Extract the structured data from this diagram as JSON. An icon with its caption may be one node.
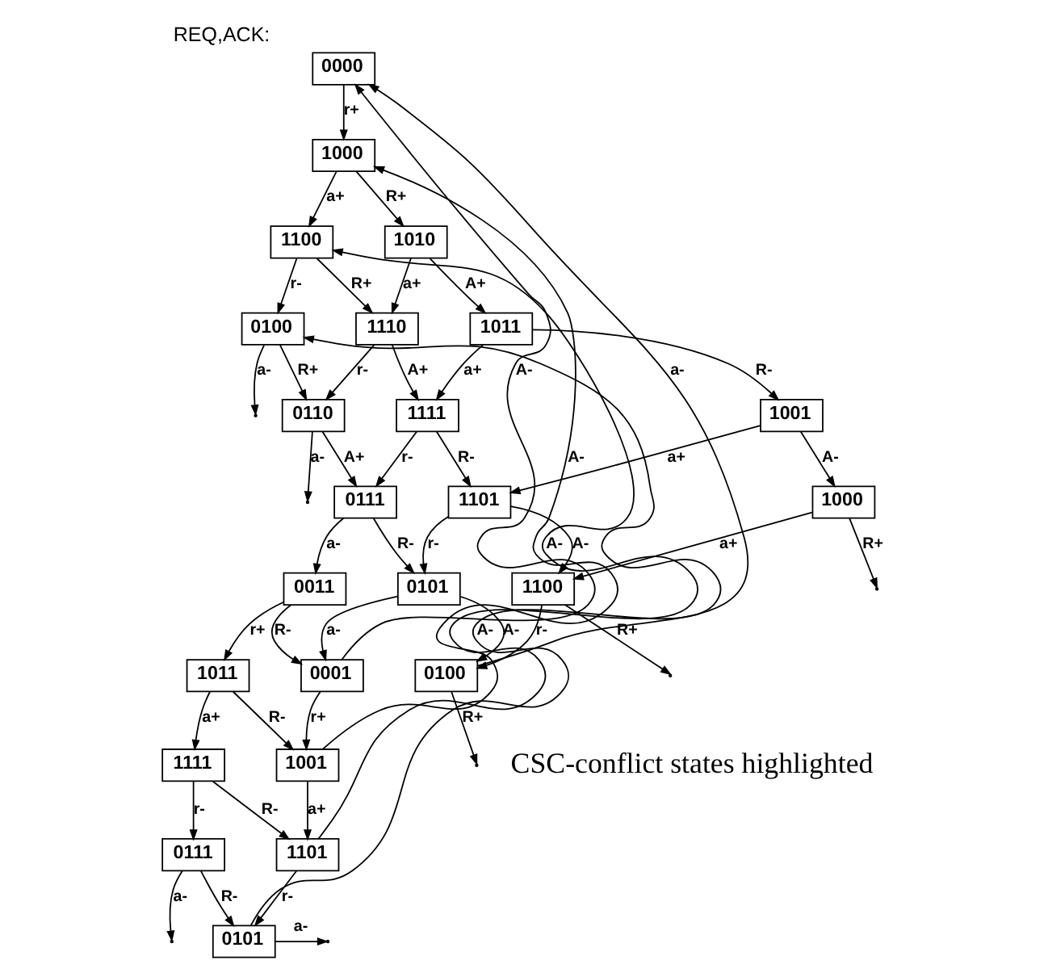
{
  "diagram": {
    "title": "REQ,ACK:",
    "nodes": [
      {
        "text": [
          "0000"
        ]
      },
      {
        "text": [
          "1000"
        ]
      },
      {
        "text": [
          "1100"
        ]
      },
      {
        "text": [
          "1010"
        ]
      },
      {
        "text": [
          "0100"
        ]
      },
      {
        "text": [
          "1110"
        ]
      },
      {
        "text": [
          "1011"
        ]
      },
      {
        "text": [
          "0110"
        ]
      },
      {
        "text": [
          "1111"
        ]
      },
      {
        "text": [
          "1001"
        ]
      },
      {
        "text": [
          "0111"
        ]
      },
      {
        "text": [
          "1101"
        ]
      },
      {
        "text": [
          "1000"
        ]
      },
      {
        "text": [
          "0011"
        ]
      },
      {
        "text": [
          "0101"
        ]
      },
      {
        "text": [
          "1100"
        ]
      },
      {
        "text": [
          "1011"
        ]
      },
      {
        "text": [
          "0001"
        ]
      },
      {
        "text": [
          "0100"
        ]
      },
      {
        "text": [
          "1111"
        ]
      },
      {
        "text": [
          "1001"
        ]
      },
      {
        "text": [
          "0111"
        ]
      },
      {
        "text": [
          "1101"
        ]
      },
      {
        "text": [
          "0101"
        ]
      }
    ],
    "edges": [
      {
        "from": 0,
        "to": 1,
        "arrow": "to",
        "label": "r+"
      },
      {
        "from": 1,
        "to": 2,
        "arrow": "to",
        "label": "a+"
      },
      {
        "from": 1,
        "to": 3,
        "arrow": "to",
        "label": "R+"
      },
      {
        "from": 2,
        "to": 4,
        "arrow": "to",
        "label": "r-"
      },
      {
        "from": 2,
        "to": 5,
        "arrow": "to",
        "label": "R+"
      },
      {
        "from": 3,
        "to": 5,
        "arrow": "to",
        "label": "a+"
      },
      {
        "from": 3,
        "to": 6,
        "arrow": "to",
        "label": "A+"
      },
      {
        "from": 4,
        "to": null,
        "arrow": "to",
        "label": "a-"
      },
      {
        "from": 4,
        "to": 7,
        "arrow": "to",
        "label": "R+"
      },
      {
        "from": 5,
        "to": 7,
        "arrow": "to",
        "label": "r-"
      },
      {
        "from": 5,
        "to": 8,
        "arrow": "to",
        "label": "A+"
      },
      {
        "from": 6,
        "to": 8,
        "arrow": "to",
        "label": "a+"
      },
      {
        "from": 6,
        "to": 9,
        "arrow": "to",
        "label": "R-"
      },
      {
        "from": 7,
        "to": null,
        "arrow": "to",
        "label": "a-"
      },
      {
        "from": 7,
        "to": 10,
        "arrow": "to",
        "label": "A+"
      },
      {
        "from": 8,
        "to": 10,
        "arrow": "to",
        "label": "r-"
      },
      {
        "from": 8,
        "to": 11,
        "arrow": "to",
        "label": "R-"
      },
      {
        "from": 9,
        "to": 11,
        "arrow": "to",
        "label": "a+"
      },
      {
        "from": 9,
        "to": 12,
        "arrow": "to",
        "label": "A-"
      },
      {
        "from": 10,
        "to": 13,
        "arrow": "to",
        "label": "a-"
      },
      {
        "from": 10,
        "to": 14,
        "arrow": "to",
        "label": "R-"
      },
      {
        "from": 11,
        "to": 14,
        "arrow": "to",
        "label": "r-"
      },
      {
        "from": 11,
        "to": 15,
        "arrow": "to",
        "label": "A-"
      },
      {
        "from": 12,
        "to": 15,
        "arrow": "to",
        "label": "a+"
      },
      {
        "from": 12,
        "to": null,
        "arrow": "to",
        "label": "R+"
      },
      {
        "from": 13,
        "to": 16,
        "arrow": "to",
        "label": "r+"
      },
      {
        "from": 13,
        "to": 17,
        "arrow": "to",
        "label": "R-"
      },
      {
        "from": 14,
        "to": 17,
        "arrow": "to",
        "label": "a-"
      },
      {
        "from": 14,
        "to": 18,
        "arrow": "to",
        "label": "A-"
      },
      {
        "from": 15,
        "to": 18,
        "arrow": "to",
        "label": "r-"
      },
      {
        "from": 15,
        "to": null,
        "arrow": "to",
        "label": "R+"
      },
      {
        "from": 16,
        "to": 19,
        "arrow": "to",
        "label": "a+"
      },
      {
        "from": 16,
        "to": 20,
        "arrow": "to",
        "label": "R-"
      },
      {
        "from": 17,
        "to": 20,
        "arrow": "to",
        "label": "r+"
      },
      {
        "from": 17,
        "to": 0,
        "arrow": "to",
        "label": "A-"
      },
      {
        "from": 18,
        "to": 0,
        "arrow": "to",
        "label": "a-"
      },
      {
        "from": 18,
        "to": null,
        "arrow": "to",
        "label": "R+"
      },
      {
        "from": 19,
        "to": 21,
        "arrow": "to",
        "label": "r-"
      },
      {
        "from": 19,
        "to": 22,
        "arrow": "to",
        "label": "R-"
      },
      {
        "from": 20,
        "to": 22,
        "arrow": "to",
        "label": "a+"
      },
      {
        "from": 20,
        "to": 1,
        "arrow": "to",
        "label": "A-"
      },
      {
        "from": 21,
        "to": null,
        "arrow": "to",
        "label": "a-"
      },
      {
        "from": 21,
        "to": 23,
        "arrow": "to",
        "label": "R-"
      },
      {
        "from": 22,
        "to": 23,
        "arrow": "to",
        "label": "r-"
      },
      {
        "from": 22,
        "to": 2,
        "arrow": "to",
        "label": "A-"
      },
      {
        "from": 23,
        "to": null,
        "arrow": "to",
        "label": "a-"
      },
      {
        "from": 23,
        "to": 4,
        "arrow": "to",
        "label": "A-"
      }
    ],
    "labels": [
      "CSC-conflict states highlighted"
    ]
  }
}
